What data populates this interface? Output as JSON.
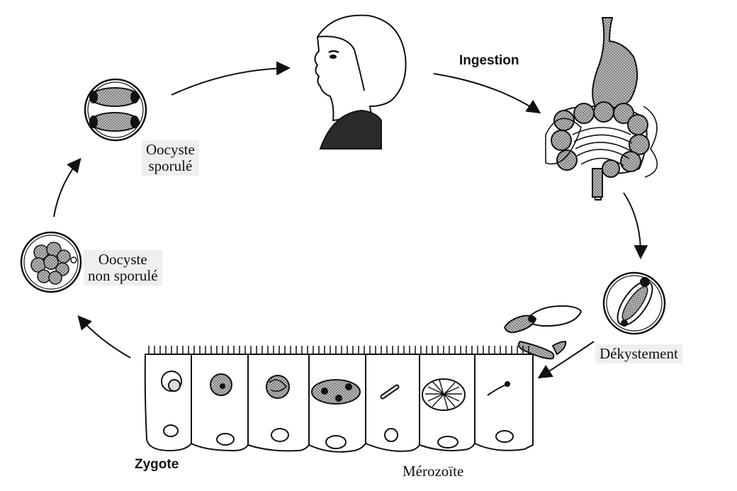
{
  "diagram": {
    "labels": {
      "ingestion": "Ingestion",
      "oocyste_sporule_line1": "Oocyste",
      "oocyste_sporule_line2": "sporulé",
      "oocyste_non_sporule_line1": "Oocyste",
      "oocyste_non_sporule_line2": "non sporulé",
      "dekystement": "Dékystement",
      "zygote": "Zygote",
      "merozoite": "Mérozoïte"
    },
    "icons": [
      "sporulated-oocyst-icon",
      "human-head-icon",
      "digestive-tract-icon",
      "oocyst-excystation-icon",
      "released-sporozoites-icon",
      "intestinal-epithelium-icon",
      "unsporulated-oocyst-icon"
    ],
    "colors": {
      "ink": "#111111",
      "stipple": "#9a9a9a",
      "label_bg": "#efefef"
    }
  }
}
